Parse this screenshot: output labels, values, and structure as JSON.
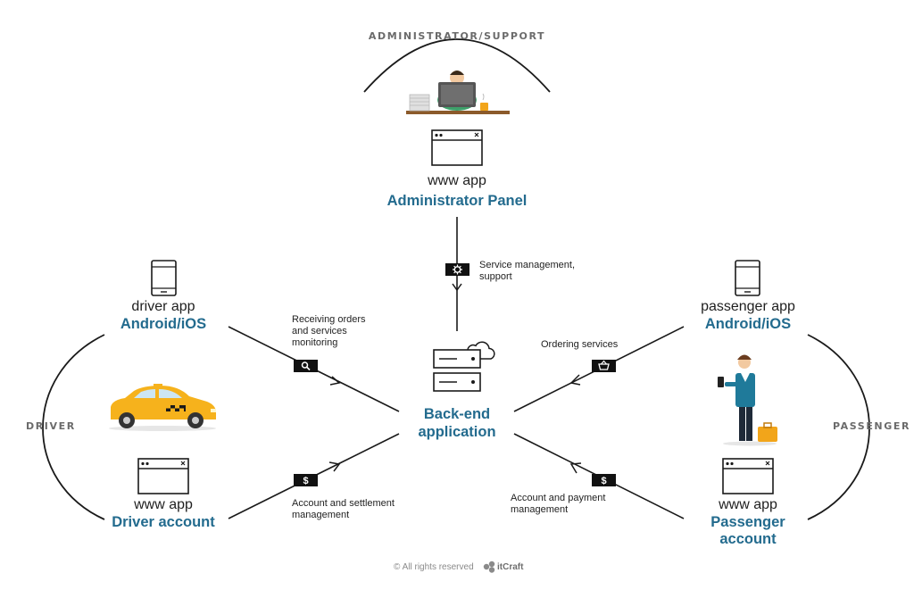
{
  "roles": {
    "admin": "ADMINISTRATOR/SUPPORT",
    "driver": "DRIVER",
    "passenger": "PASSENGER"
  },
  "admin_node": {
    "small": "www app",
    "big": "Administrator Panel"
  },
  "driver_mobile": {
    "small": "driver app",
    "big": "Android/iOS"
  },
  "driver_web": {
    "small": "www app",
    "big": "Driver account"
  },
  "passenger_mobile": {
    "small": "passenger app",
    "big": "Android/iOS"
  },
  "passenger_web": {
    "small": "www app",
    "big_line1": "Passenger",
    "big_line2": "account"
  },
  "backend": {
    "line1": "Back-end",
    "line2": "application"
  },
  "edges": {
    "admin": {
      "line1": "Service management,",
      "line2": "support",
      "icon": "gear-icon"
    },
    "driver_orders": {
      "line1": "Receiving orders",
      "line2": "and services",
      "line3": "monitoring",
      "icon": "search-icon"
    },
    "driver_account": {
      "line1": "Account and settlement",
      "line2": "management",
      "icon": "dollar-icon",
      "symbol": "$"
    },
    "passenger_orders": {
      "line1": "Ordering services",
      "icon": "basket-icon"
    },
    "passenger_account": {
      "line1": "Account and payment",
      "line2": "management",
      "icon": "dollar-icon",
      "symbol": "$"
    }
  },
  "footer": {
    "copyright": "© All rights reserved",
    "brand": "itCraft"
  },
  "colors": {
    "accent": "#236b8e",
    "taxi": "#f6b21c",
    "line": "#1a1a1a",
    "role_label": "#6b6b6b"
  }
}
